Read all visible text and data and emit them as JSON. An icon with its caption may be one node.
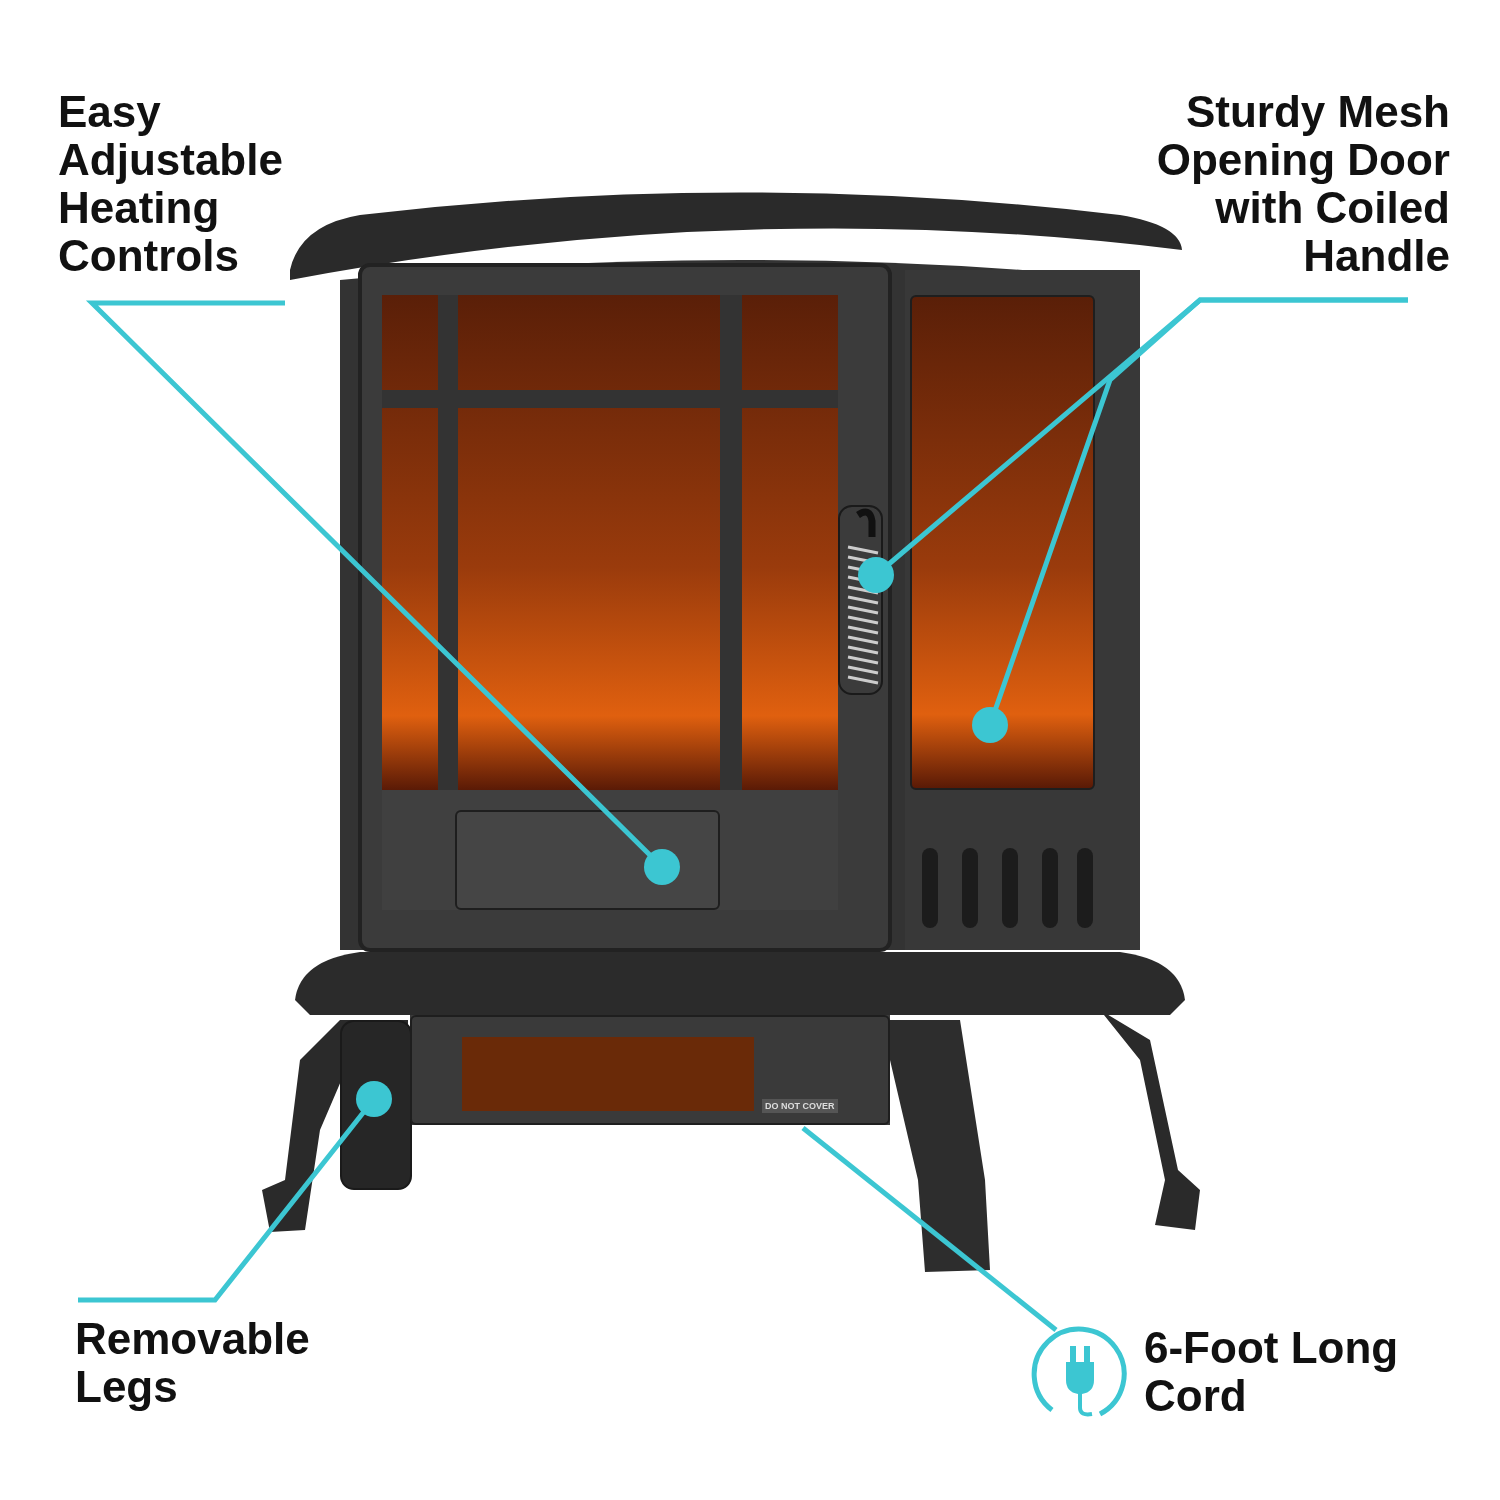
{
  "diagram": {
    "nodes": [
      {
        "text": [
          "Easy Adjustable Heating Controls"
        ]
      },
      {
        "text": [
          "Sturdy Mesh Opening Door with Coiled Handle"
        ]
      },
      {
        "text": [
          "Removable Legs"
        ]
      },
      {
        "text": [
          "6-Foot Long Cord"
        ]
      },
      {
        "text": [],
        "shape": "box"
      },
      {
        "text": [],
        "shape": "bar"
      },
      {
        "text": [],
        "shape": "box"
      },
      {
        "text": [],
        "shape": "bar"
      },
      {
        "text": [],
        "shape": "box"
      }
    ],
    "edges": [
      {
        "from": 0,
        "to": 4,
        "arrow": "other"
      },
      {
        "from": 1,
        "to": 5,
        "arrow": "other"
      },
      {
        "from": 1,
        "to": 6,
        "arrow": "other"
      },
      {
        "from": 2,
        "to": 7,
        "arrow": "other"
      },
      {
        "from": 3,
        "to": 8,
        "arrow": "none"
      }
    ],
    "labels": [
      "DO NOT COVER"
    ]
  }
}
